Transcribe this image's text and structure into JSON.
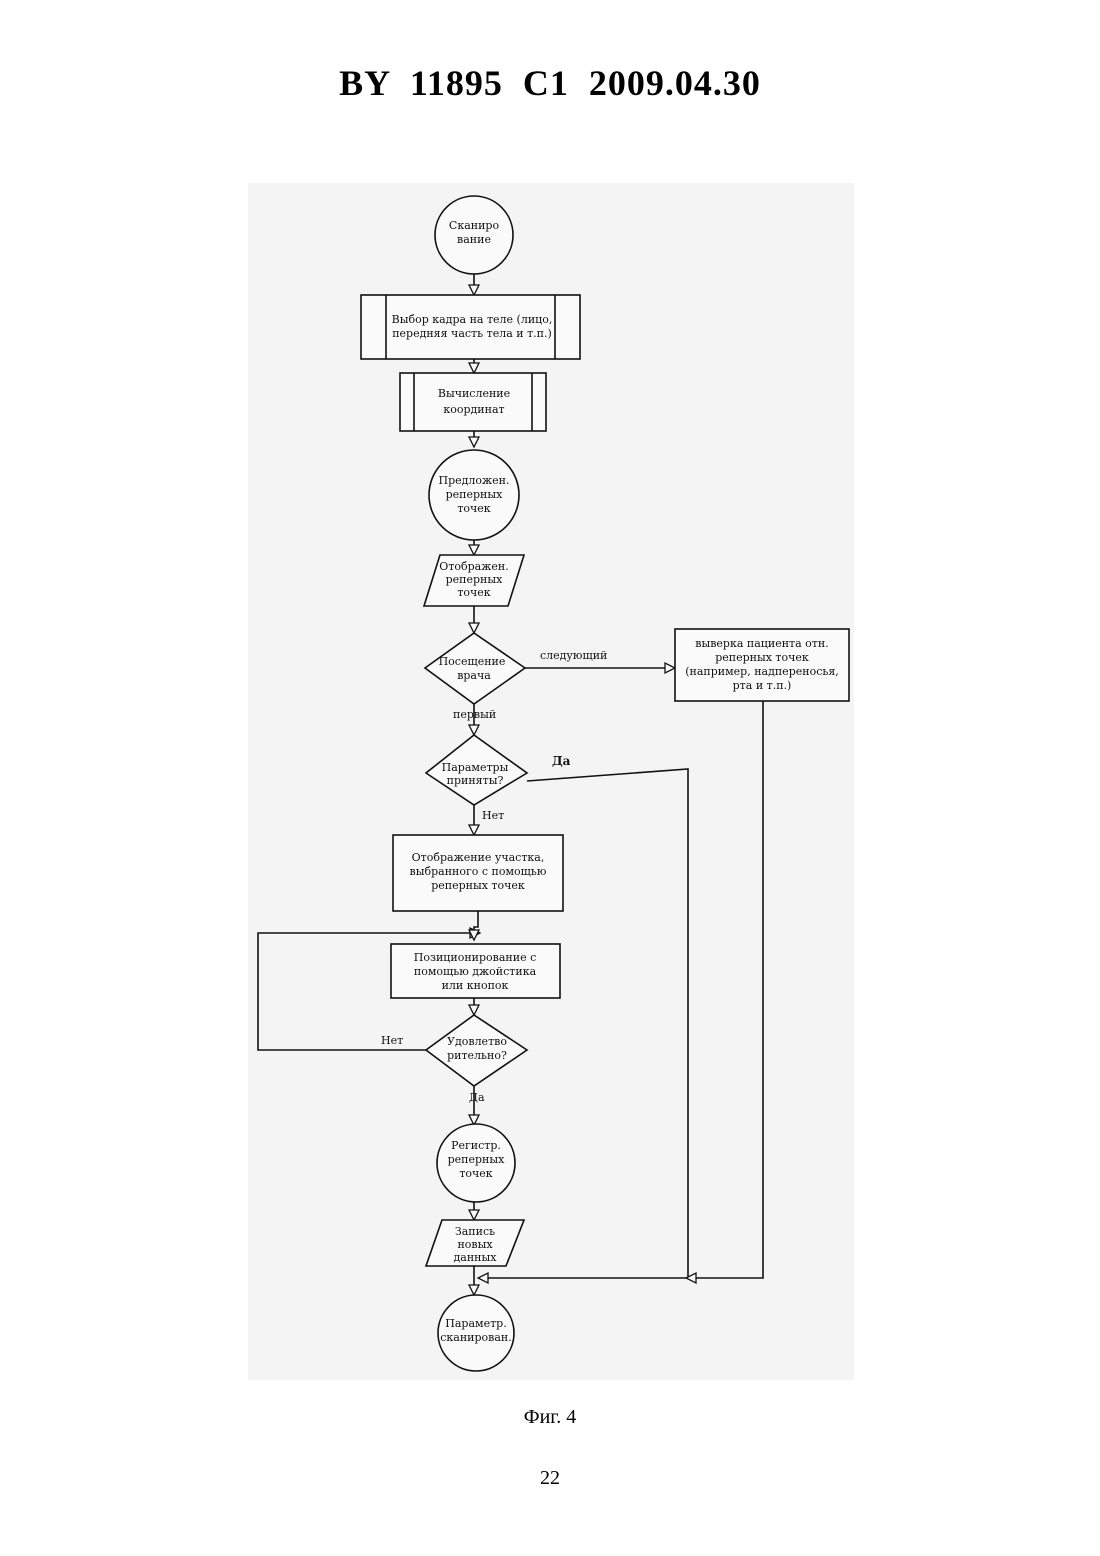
{
  "header": {
    "title": "BY  11895  C1  2009.04.30"
  },
  "figure": {
    "nodes": {
      "scan": [
        "Сканиро",
        "вание"
      ],
      "frame_select": [
        "Выбор кадра на теле (лицо,",
        "передняя часть тела и т.п.)"
      ],
      "coords": [
        "Вычисление",
        "координат"
      ],
      "propose": [
        "Предложен.",
        "реперных",
        "точек"
      ],
      "display": [
        "Отображен.",
        "реперных",
        "точек"
      ],
      "visit": [
        "Посещение",
        "врача"
      ],
      "params": [
        "Параметры",
        "приняты?"
      ],
      "show_area": [
        "Отображение участка,",
        "выбранного с помощью",
        "реперных точек"
      ],
      "position": [
        "Позиционирование с",
        "помощью джойстика",
        "или кнопок"
      ],
      "satisfied": [
        "Удовлетво",
        "рительно?"
      ],
      "register": [
        "Регистр.",
        "реперных",
        "точек"
      ],
      "save": [
        "Запись",
        "новых",
        "данных"
      ],
      "end": [
        "Параметр.",
        "сканирован."
      ],
      "patient_check": [
        "выверка пациента отн.",
        "реперных точек",
        "(например, надпереносья,",
        "рта и т.п.)"
      ]
    },
    "edge_labels": {
      "next": "следующий",
      "first": "первый",
      "yes_params": "Да",
      "no_params": "Нет",
      "no_satisfied": "Нет",
      "yes_satisfied": "Да"
    }
  },
  "caption": "Фиг. 4",
  "page_number": "22"
}
